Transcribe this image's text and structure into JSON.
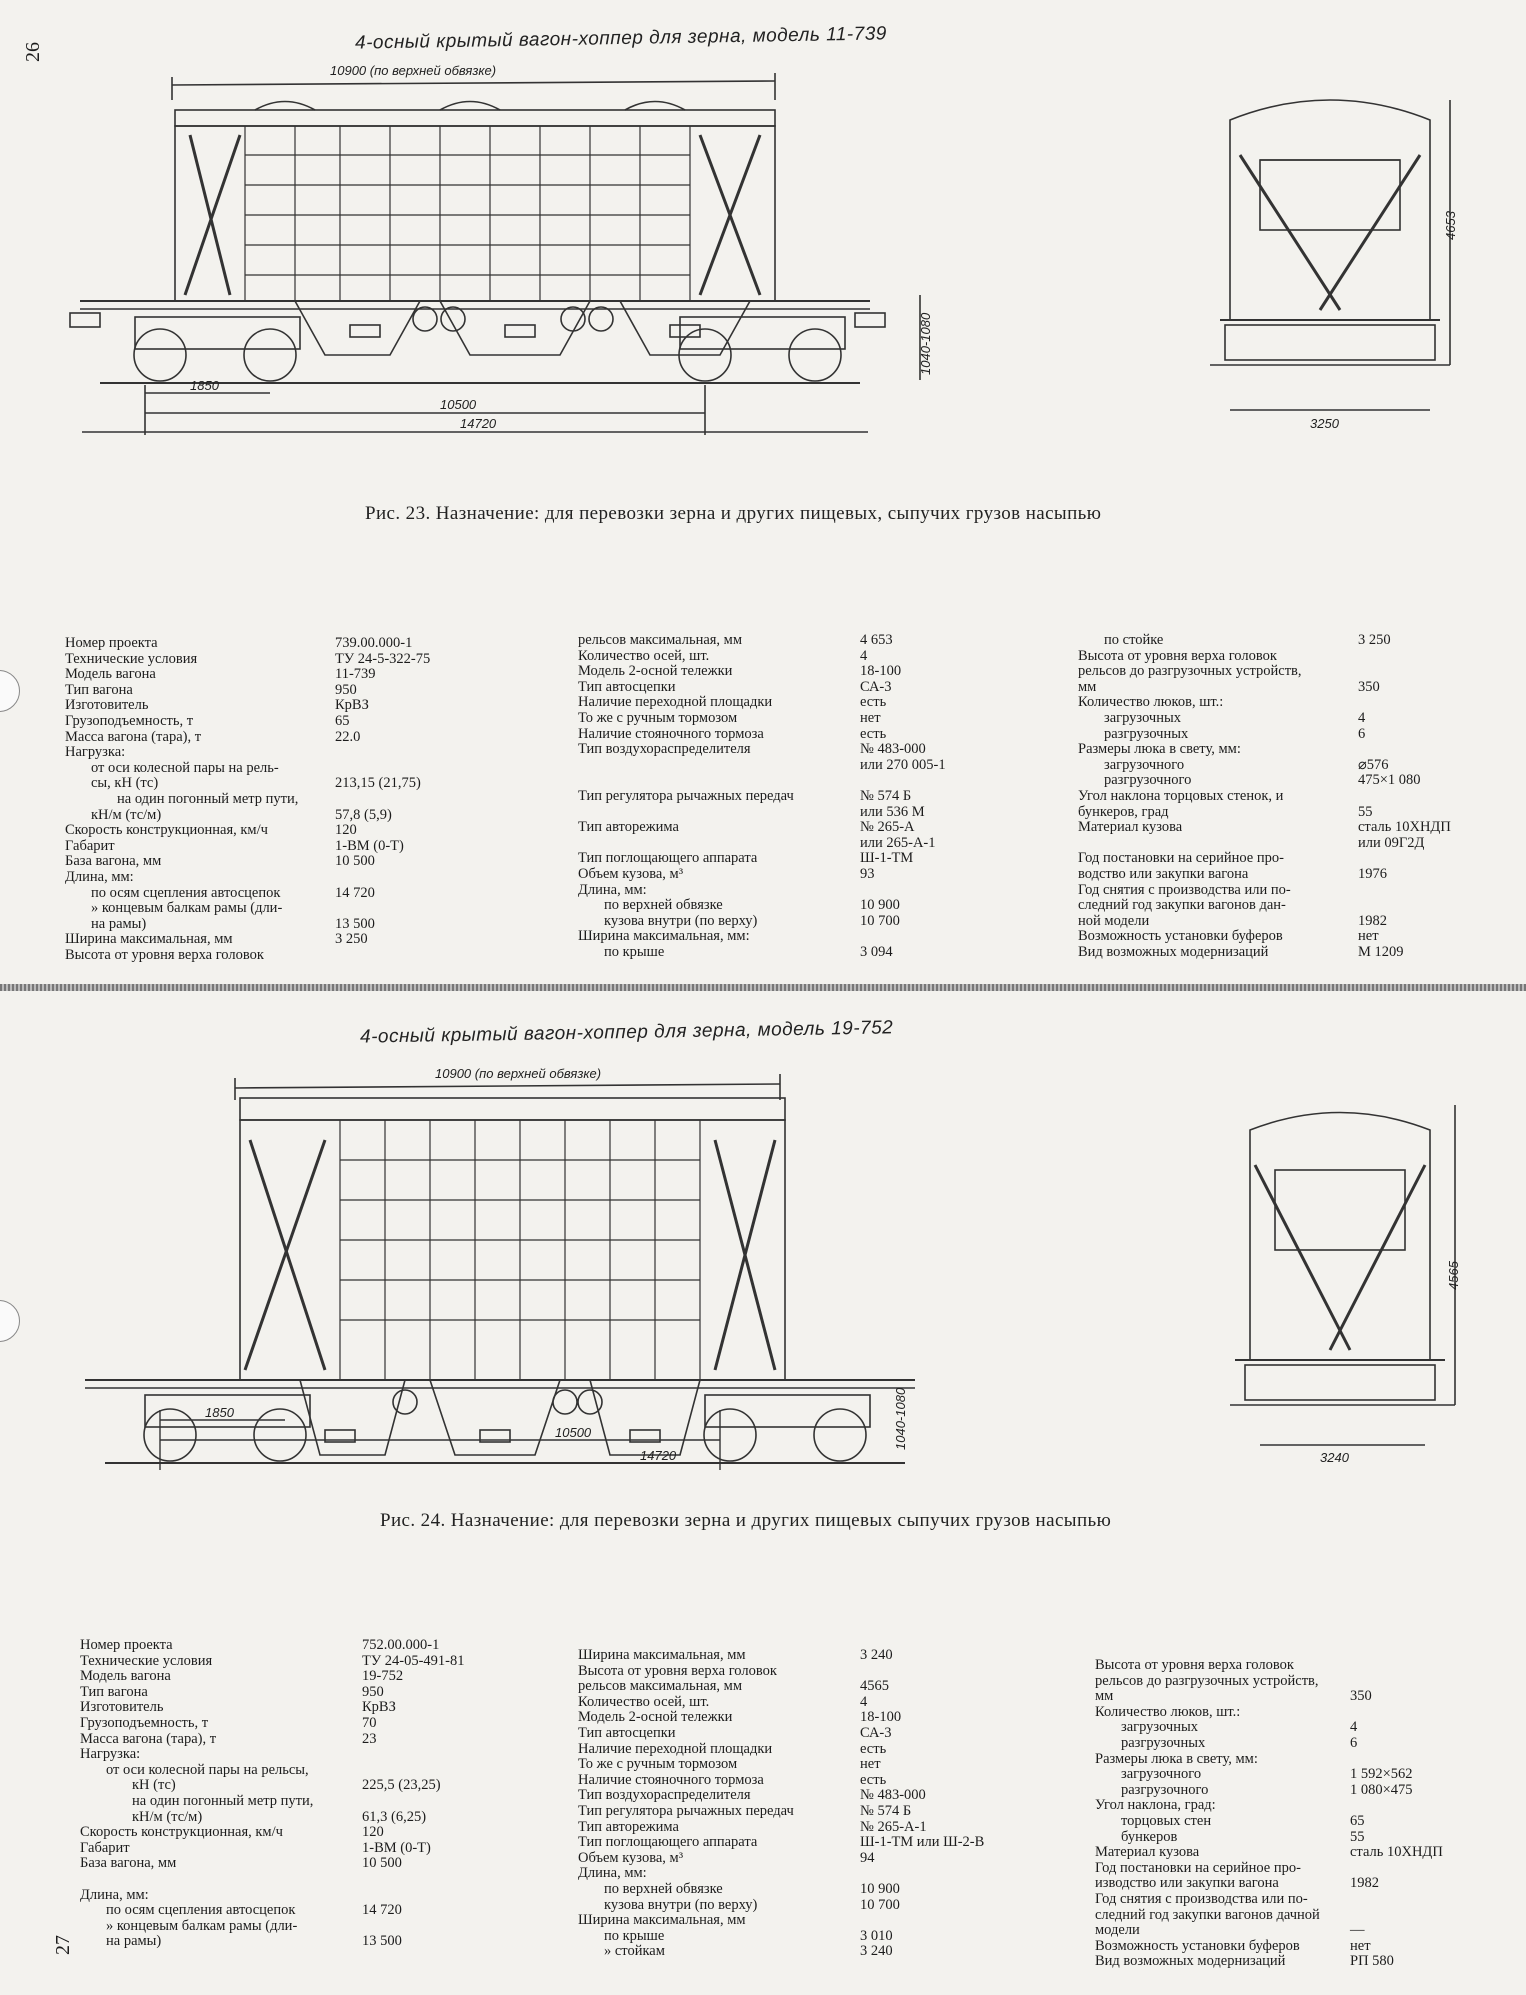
{
  "page": {
    "top_number": "26",
    "bottom_number": "27"
  },
  "fig23": {
    "title": "4-осный крытый вагон-хоппер для зерна, модель 11-739",
    "dims": {
      "top": "10900 (по верхней обвязке)",
      "d1850": "1850",
      "d10500": "10500",
      "d14720": "14720",
      "h1040": "1040-1080",
      "h4653": "4653",
      "w3250": "3250"
    },
    "caption": "Рис. 23. Назначение: для перевозки зерна и других пищевых, сыпучих грузов насыпью",
    "specs": {
      "col1": [
        {
          "k": "Номер проекта",
          "v": "739.00.000-1",
          "i": 0
        },
        {
          "k": "Технические условия",
          "v": "ТУ 24-5-322-75",
          "i": 0
        },
        {
          "k": "Модель вагона",
          "v": "11-739",
          "i": 0
        },
        {
          "k": "Тип вагона",
          "v": "950",
          "i": 0
        },
        {
          "k": "Изготовитель",
          "v": "КрВЗ",
          "i": 0
        },
        {
          "k": "Грузоподъемность, т",
          "v": "65",
          "i": 0
        },
        {
          "k": "Масса вагона (тара), т",
          "v": "22.0",
          "i": 0
        },
        {
          "k": "Нагрузка:",
          "v": "",
          "i": 0
        },
        {
          "k": "от оси колесной пары на рель-",
          "v": "",
          "i": 1
        },
        {
          "k": "сы, кН (тс)",
          "v": "213,15 (21,75)",
          "i": 1
        },
        {
          "k": "на один погонный метр пути,",
          "v": "",
          "i": 2
        },
        {
          "k": "кН/м (тс/м)",
          "v": "57,8 (5,9)",
          "i": 1
        },
        {
          "k": "Скорость конструкционная, км/ч",
          "v": "120",
          "i": 0
        },
        {
          "k": "Габарит",
          "v": "1-ВМ (0-Т)",
          "i": 0
        },
        {
          "k": "База вагона, мм",
          "v": "10 500",
          "i": 0
        },
        {
          "k": "Длина, мм:",
          "v": "",
          "i": 0
        },
        {
          "k": "по осям сцепления автосцепок",
          "v": "14 720",
          "i": 1
        },
        {
          "k": "» концевым балкам рамы (дли-",
          "v": "",
          "i": 1
        },
        {
          "k": "на рамы)",
          "v": "13 500",
          "i": 1
        },
        {
          "k": "Ширина максимальная, мм",
          "v": "3 250",
          "i": 0
        },
        {
          "k": "Высота от уровня верха головок",
          "v": "",
          "i": 0
        }
      ],
      "col2": [
        {
          "k": "рельсов максимальная, мм",
          "v": "4 653",
          "i": 0
        },
        {
          "k": "Количество осей, шт.",
          "v": "4",
          "i": 0
        },
        {
          "k": "Модель 2-осной тележки",
          "v": "18-100",
          "i": 0
        },
        {
          "k": "Тип автосцепки",
          "v": "СА-3",
          "i": 0
        },
        {
          "k": "Наличие переходной площадки",
          "v": "есть",
          "i": 0
        },
        {
          "k": "То же с ручным тормозом",
          "v": "нет",
          "i": 0
        },
        {
          "k": "Наличие стояночного тормоза",
          "v": "есть",
          "i": 0
        },
        {
          "k": "Тип воздухораспределителя",
          "v": "№ 483-000",
          "i": 0
        },
        {
          "k": "",
          "v": "или 270 005-1",
          "i": 0
        },
        {
          "k": "",
          "v": "",
          "i": 0
        },
        {
          "k": "Тип регулятора рычажных передач",
          "v": "№ 574 Б",
          "i": 0
        },
        {
          "k": "",
          "v": "или 536 М",
          "i": 0
        },
        {
          "k": "Тип авторежима",
          "v": "№ 265-А",
          "i": 0
        },
        {
          "k": "",
          "v": "или 265-А-1",
          "i": 0
        },
        {
          "k": "Тип поглощающего аппарата",
          "v": "Ш-1-ТМ",
          "i": 0
        },
        {
          "k": "Объем кузова, м³",
          "v": "93",
          "i": 0
        },
        {
          "k": "Длина, мм:",
          "v": "",
          "i": 0
        },
        {
          "k": "по верхней обвязке",
          "v": "10 900",
          "i": 1
        },
        {
          "k": "кузова внутри (по верху)",
          "v": "10 700",
          "i": 1
        },
        {
          "k": "Ширина максимальная, мм:",
          "v": "",
          "i": 0
        },
        {
          "k": "по крыше",
          "v": "3 094",
          "i": 1
        }
      ],
      "col3": [
        {
          "k": "по стойке",
          "v": "3 250",
          "i": 1
        },
        {
          "k": "Высота от уровня верха головок",
          "v": "",
          "i": 0
        },
        {
          "k": "рельсов до разгрузочных устройств,",
          "v": "",
          "i": 0
        },
        {
          "k": "мм",
          "v": "350",
          "i": 0
        },
        {
          "k": "Количество люков, шт.:",
          "v": "",
          "i": 0
        },
        {
          "k": "загрузочных",
          "v": "4",
          "i": 1
        },
        {
          "k": "разгрузочных",
          "v": "6",
          "i": 1
        },
        {
          "k": "Размеры люка в свету, мм:",
          "v": "",
          "i": 0
        },
        {
          "k": "загрузочного",
          "v": "⌀576",
          "i": 1
        },
        {
          "k": "разгрузочного",
          "v": "475×1 080",
          "i": 1
        },
        {
          "k": "Угол наклона торцовых стенок, и",
          "v": "",
          "i": 0
        },
        {
          "k": "бункеров, град",
          "v": "55",
          "i": 0
        },
        {
          "k": "Материал кузова",
          "v": "сталь 10ХНДП",
          "i": 0
        },
        {
          "k": "",
          "v": "или 09Г2Д",
          "i": 0
        },
        {
          "k": "Год постановки на серийное про-",
          "v": "",
          "i": 0
        },
        {
          "k": "водство или закупки вагона",
          "v": "1976",
          "i": 0
        },
        {
          "k": "Год снятия с производства или по-",
          "v": "",
          "i": 0
        },
        {
          "k": "следний год закупки вагонов дан-",
          "v": "",
          "i": 0
        },
        {
          "k": "ной модели",
          "v": "1982",
          "i": 0
        },
        {
          "k": "Возможность установки буферов",
          "v": "нет",
          "i": 0
        },
        {
          "k": "Вид возможных модернизаций",
          "v": "М 1209",
          "i": 0
        }
      ]
    }
  },
  "fig24": {
    "title": "4-осный крытый вагон-хоппер для зерна, модель 19-752",
    "dims": {
      "top": "10900 (по верхней обвязке)",
      "d1850": "1850",
      "d10500": "10500",
      "d14720": "14720",
      "h1040": "1040-1080",
      "h4565": "4565",
      "w3240": "3240"
    },
    "caption": "Рис. 24. Назначение: для перевозки зерна и других пищевых сыпучих грузов насыпью",
    "specs": {
      "col1": [
        {
          "k": "Номер проекта",
          "v": "752.00.000-1",
          "i": 0
        },
        {
          "k": "Технические условия",
          "v": "ТУ 24-05-491-81",
          "i": 0
        },
        {
          "k": "Модель вагона",
          "v": "19-752",
          "i": 0
        },
        {
          "k": "Тип вагона",
          "v": "950",
          "i": 0
        },
        {
          "k": "Изготовитель",
          "v": "КрВЗ",
          "i": 0
        },
        {
          "k": "Грузоподъемность, т",
          "v": "70",
          "i": 0
        },
        {
          "k": "Масса вагона (тара), т",
          "v": "23",
          "i": 0
        },
        {
          "k": "Нагрузка:",
          "v": "",
          "i": 0
        },
        {
          "k": "от оси колесной пары на рельсы,",
          "v": "",
          "i": 1
        },
        {
          "k": "кН (тс)",
          "v": "225,5 (23,25)",
          "i": 2
        },
        {
          "k": "на один погонный метр пути,",
          "v": "",
          "i": 2
        },
        {
          "k": "кН/м (тс/м)",
          "v": "61,3 (6,25)",
          "i": 2
        },
        {
          "k": "Скорость конструкционная, км/ч",
          "v": "120",
          "i": 0
        },
        {
          "k": "Габарит",
          "v": "1-ВМ (0-Т)",
          "i": 0
        },
        {
          "k": "База вагона, мм",
          "v": "10 500",
          "i": 0
        },
        {
          "k": "",
          "v": "",
          "i": 0
        },
        {
          "k": "Длина, мм:",
          "v": "",
          "i": 0
        },
        {
          "k": "по осям сцепления автосцепок",
          "v": "14 720",
          "i": 1
        },
        {
          "k": "» концевым балкам рамы (дли-",
          "v": "",
          "i": 1
        },
        {
          "k": "на рамы)",
          "v": "13 500",
          "i": 1
        }
      ],
      "col2": [
        {
          "k": "Ширина максимальная, мм",
          "v": "3 240",
          "i": 0
        },
        {
          "k": "Высота от уровня верха головок",
          "v": "",
          "i": 0
        },
        {
          "k": "рельсов максимальная, мм",
          "v": "4565",
          "i": 0
        },
        {
          "k": "Количество осей, шт.",
          "v": "4",
          "i": 0
        },
        {
          "k": "Модель 2-осной тележки",
          "v": "18-100",
          "i": 0
        },
        {
          "k": "Тип автосцепки",
          "v": "СА-3",
          "i": 0
        },
        {
          "k": "Наличие переходной площадки",
          "v": "есть",
          "i": 0
        },
        {
          "k": "То же с ручным тормозом",
          "v": "нет",
          "i": 0
        },
        {
          "k": "Наличие стояночного тормоза",
          "v": "есть",
          "i": 0
        },
        {
          "k": "Тип воздухораспределителя",
          "v": "№ 483-000",
          "i": 0
        },
        {
          "k": "Тип регулятора рычажных передач",
          "v": "№ 574 Б",
          "i": 0
        },
        {
          "k": "Тип авторежима",
          "v": "№ 265-А-1",
          "i": 0
        },
        {
          "k": "Тип поглощающего аппарата",
          "v": "Ш-1-ТМ или Ш-2-В",
          "i": 0
        },
        {
          "k": "Объем кузова, м³",
          "v": "94",
          "i": 0
        },
        {
          "k": "Длина, мм:",
          "v": "",
          "i": 0
        },
        {
          "k": "по верхней обвязке",
          "v": "10 900",
          "i": 1
        },
        {
          "k": "кузова внутри (по верху)",
          "v": "10 700",
          "i": 1
        },
        {
          "k": "Ширина максимальная, мм",
          "v": "",
          "i": 0
        },
        {
          "k": "по крыше",
          "v": "3 010",
          "i": 1
        },
        {
          "k": "» стойкам",
          "v": "3 240",
          "i": 1
        }
      ],
      "col3": [
        {
          "k": "Высота от уровня верха головок",
          "v": "",
          "i": 0
        },
        {
          "k": "рельсов до разгрузочных устройств,",
          "v": "",
          "i": 0
        },
        {
          "k": "мм",
          "v": "350",
          "i": 0
        },
        {
          "k": "Количество люков, шт.:",
          "v": "",
          "i": 0
        },
        {
          "k": "загрузочных",
          "v": "4",
          "i": 1
        },
        {
          "k": "разгрузочных",
          "v": "6",
          "i": 1
        },
        {
          "k": "Размеры люка в свету, мм:",
          "v": "",
          "i": 0
        },
        {
          "k": "загрузочного",
          "v": "1 592×562",
          "i": 1
        },
        {
          "k": "разгрузочного",
          "v": "1 080×475",
          "i": 1
        },
        {
          "k": "Угол наклона, град:",
          "v": "",
          "i": 0
        },
        {
          "k": "торцовых стен",
          "v": "65",
          "i": 1
        },
        {
          "k": "бункеров",
          "v": "55",
          "i": 1
        },
        {
          "k": "Материал кузова",
          "v": "сталь 10ХНДП",
          "i": 0
        },
        {
          "k": "Год постановки на серийное про-",
          "v": "",
          "i": 0
        },
        {
          "k": "изводство или закупки вагона",
          "v": "1982",
          "i": 0
        },
        {
          "k": "Год снятия с производства или по-",
          "v": "",
          "i": 0
        },
        {
          "k": "следний год закупки вагонов дачной",
          "v": "",
          "i": 0
        },
        {
          "k": "модели",
          "v": "—",
          "i": 0
        },
        {
          "k": "Возможность установки буферов",
          "v": "нет",
          "i": 0
        },
        {
          "k": "Вид возможных модернизаций",
          "v": "РП 580",
          "i": 0
        }
      ]
    }
  }
}
